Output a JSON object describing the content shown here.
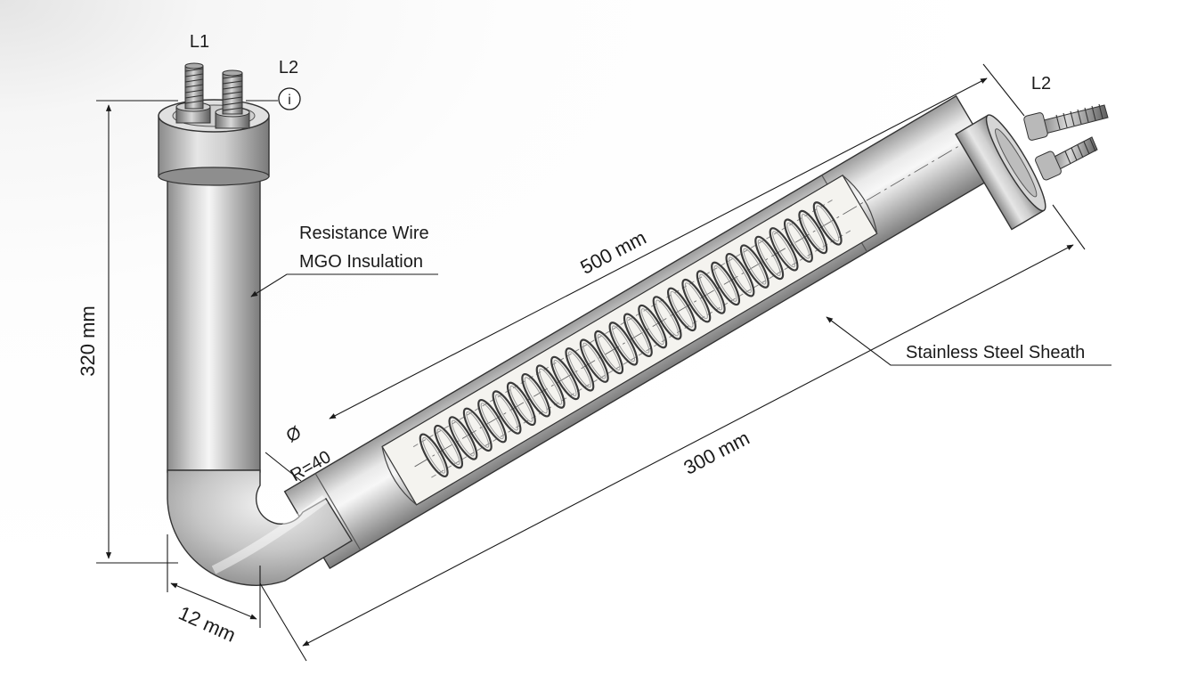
{
  "labels": {
    "terminal_l1": "L1",
    "terminal_l2_top": "L2",
    "terminal_l2_right": "L2",
    "info_symbol": "i",
    "resistance_wire": "Resistance Wire",
    "mgo_insulation": "MGO Insulation",
    "stainless_sheath": "Stainless Steel Sheath",
    "diameter_symbol": "Ø",
    "bend_radius": "R=40"
  },
  "dimensions": {
    "vertical_leg": "320 mm",
    "overall_length": "500 mm",
    "horizontal_leg": "300 mm",
    "tube_diameter": "12 mm"
  },
  "colors": {
    "line": "#1a1a1a",
    "metal_dark": "#8e8e8e",
    "metal_light": "#f2f2f2",
    "insulation": "#f4f3ef"
  }
}
